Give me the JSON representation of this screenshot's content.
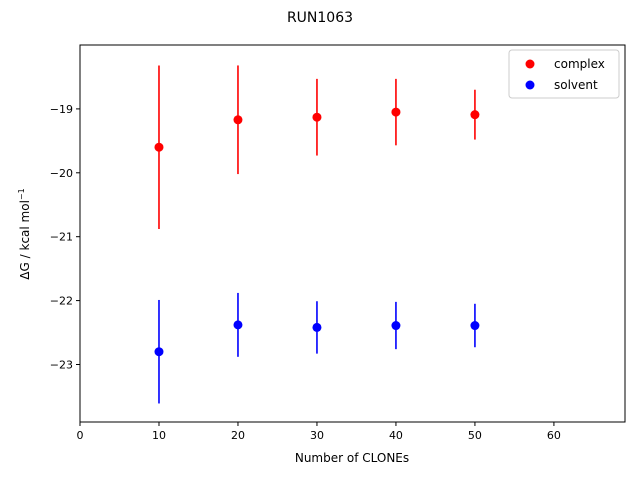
{
  "chart_data": {
    "type": "scatter",
    "title": "RUN1063",
    "xlabel": "Number of CLONEs",
    "ylabel": "ΔG / kcal mol",
    "ylabel_sup": "−1",
    "xlim": [
      0,
      69
    ],
    "ylim": [
      -23.9,
      -18.0
    ],
    "xticks": [
      0,
      10,
      20,
      30,
      40,
      50,
      60
    ],
    "yticks": [
      -23,
      -22,
      -21,
      -20,
      -19
    ],
    "grid": false,
    "legend_position": "upper right",
    "series": [
      {
        "name": "complex",
        "color": "#ff0000",
        "x": [
          10,
          20,
          30,
          40,
          50
        ],
        "y": [
          -19.6,
          -19.17,
          -19.13,
          -19.05,
          -19.09
        ],
        "err": [
          1.28,
          0.85,
          0.6,
          0.52,
          0.39
        ]
      },
      {
        "name": "solvent",
        "color": "#0000ff",
        "x": [
          10,
          20,
          30,
          40,
          50
        ],
        "y": [
          -22.8,
          -22.38,
          -22.42,
          -22.39,
          -22.39
        ],
        "err": [
          0.81,
          0.5,
          0.41,
          0.37,
          0.34
        ]
      }
    ]
  }
}
